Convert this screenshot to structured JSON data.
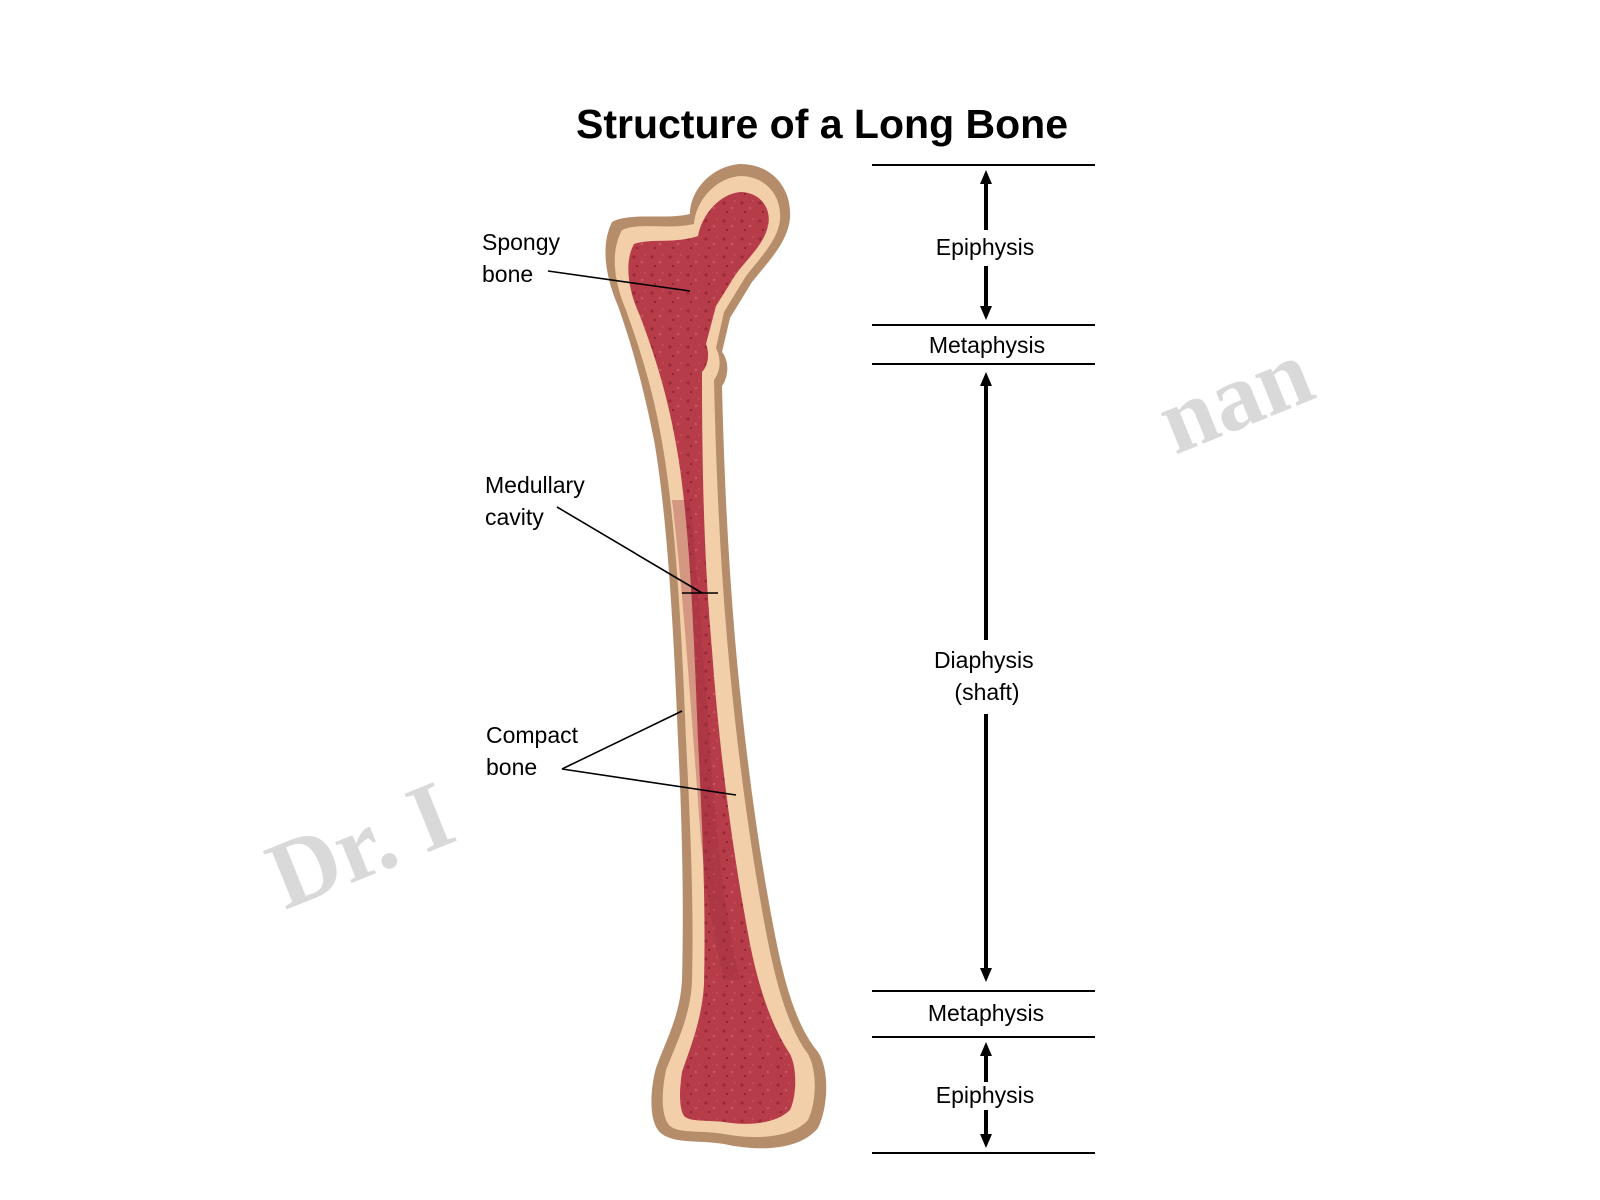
{
  "title": "Structure of a Long Bone",
  "labels": {
    "spongy_bone": [
      "Spongy",
      "bone"
    ],
    "medullary_cavity": [
      "Medullary",
      "cavity"
    ],
    "compact_bone": [
      "Compact",
      "bone"
    ]
  },
  "regions": {
    "epiphysis_top": "Epiphysis",
    "metaphysis_top": "Metaphysis",
    "diaphysis": [
      "Diaphysis",
      "(shaft)"
    ],
    "metaphysis_bottom": "Metaphysis",
    "epiphysis_bottom": "Epiphysis"
  },
  "watermark": {
    "left": "Dr. I",
    "right": "nan"
  },
  "colors": {
    "periosteum": "#b58d6a",
    "compact_bone": "#f2cfa8",
    "marrow": "#b33a47",
    "marrow_dark": "#8f2432",
    "watermark": "#d9d9d9"
  }
}
